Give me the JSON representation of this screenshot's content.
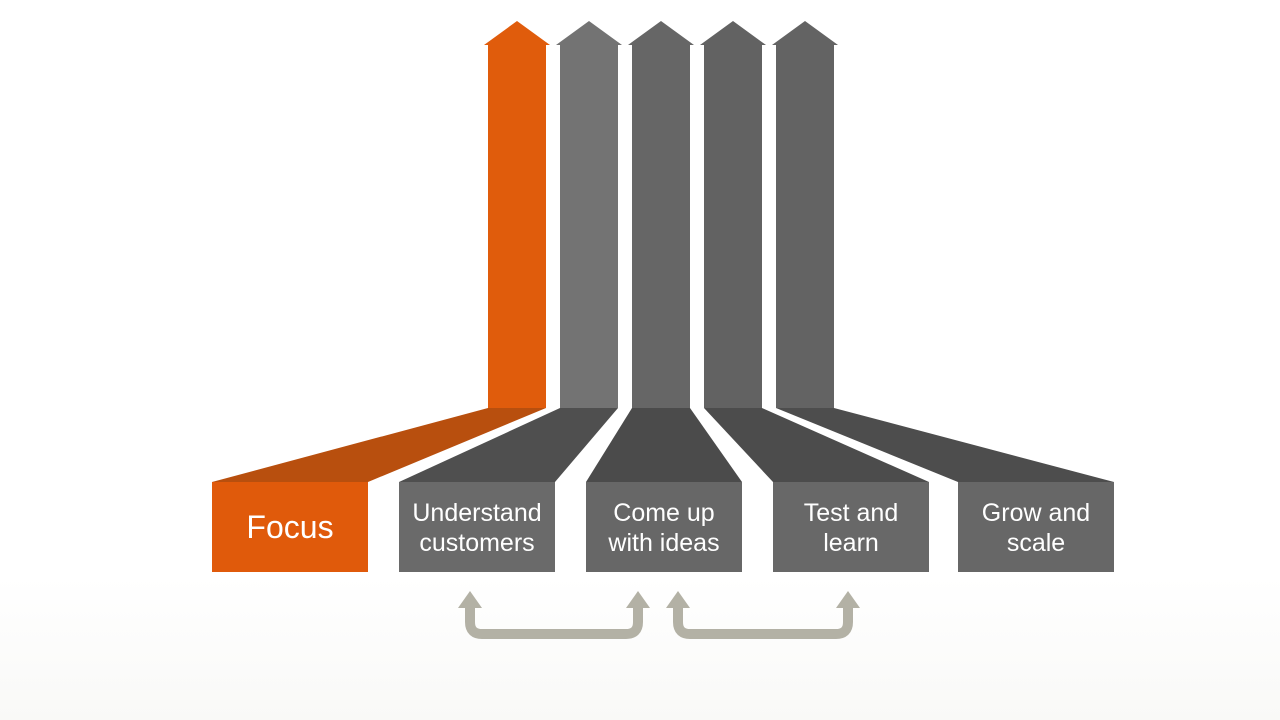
{
  "stages": [
    {
      "lines": [
        "Focus"
      ],
      "color": "#e05a0b",
      "arrow_color": "#e05c0c",
      "connector_color": "#b84f0e",
      "highlight": true
    },
    {
      "lines": [
        "Understand",
        "customers"
      ],
      "color": "#6a6a6a",
      "arrow_color": "#737373",
      "connector_color": "#4f4f4f",
      "highlight": false
    },
    {
      "lines": [
        "Come up",
        "with ideas"
      ],
      "color": "#676767",
      "arrow_color": "#666666",
      "connector_color": "#4b4b4b",
      "highlight": false
    },
    {
      "lines": [
        "Test and",
        "learn"
      ],
      "color": "#686868",
      "arrow_color": "#626262",
      "connector_color": "#4c4c4c",
      "highlight": false
    },
    {
      "lines": [
        "Grow and",
        "scale"
      ],
      "color": "#676767",
      "arrow_color": "#636363",
      "connector_color": "#4d4d4d",
      "highlight": false
    }
  ],
  "loops": [
    {
      "from_stage": 1,
      "to_stage": 2,
      "color": "#b3b1a5"
    },
    {
      "from_stage": 2,
      "to_stage": 3,
      "color": "#b3b1a5"
    }
  ]
}
